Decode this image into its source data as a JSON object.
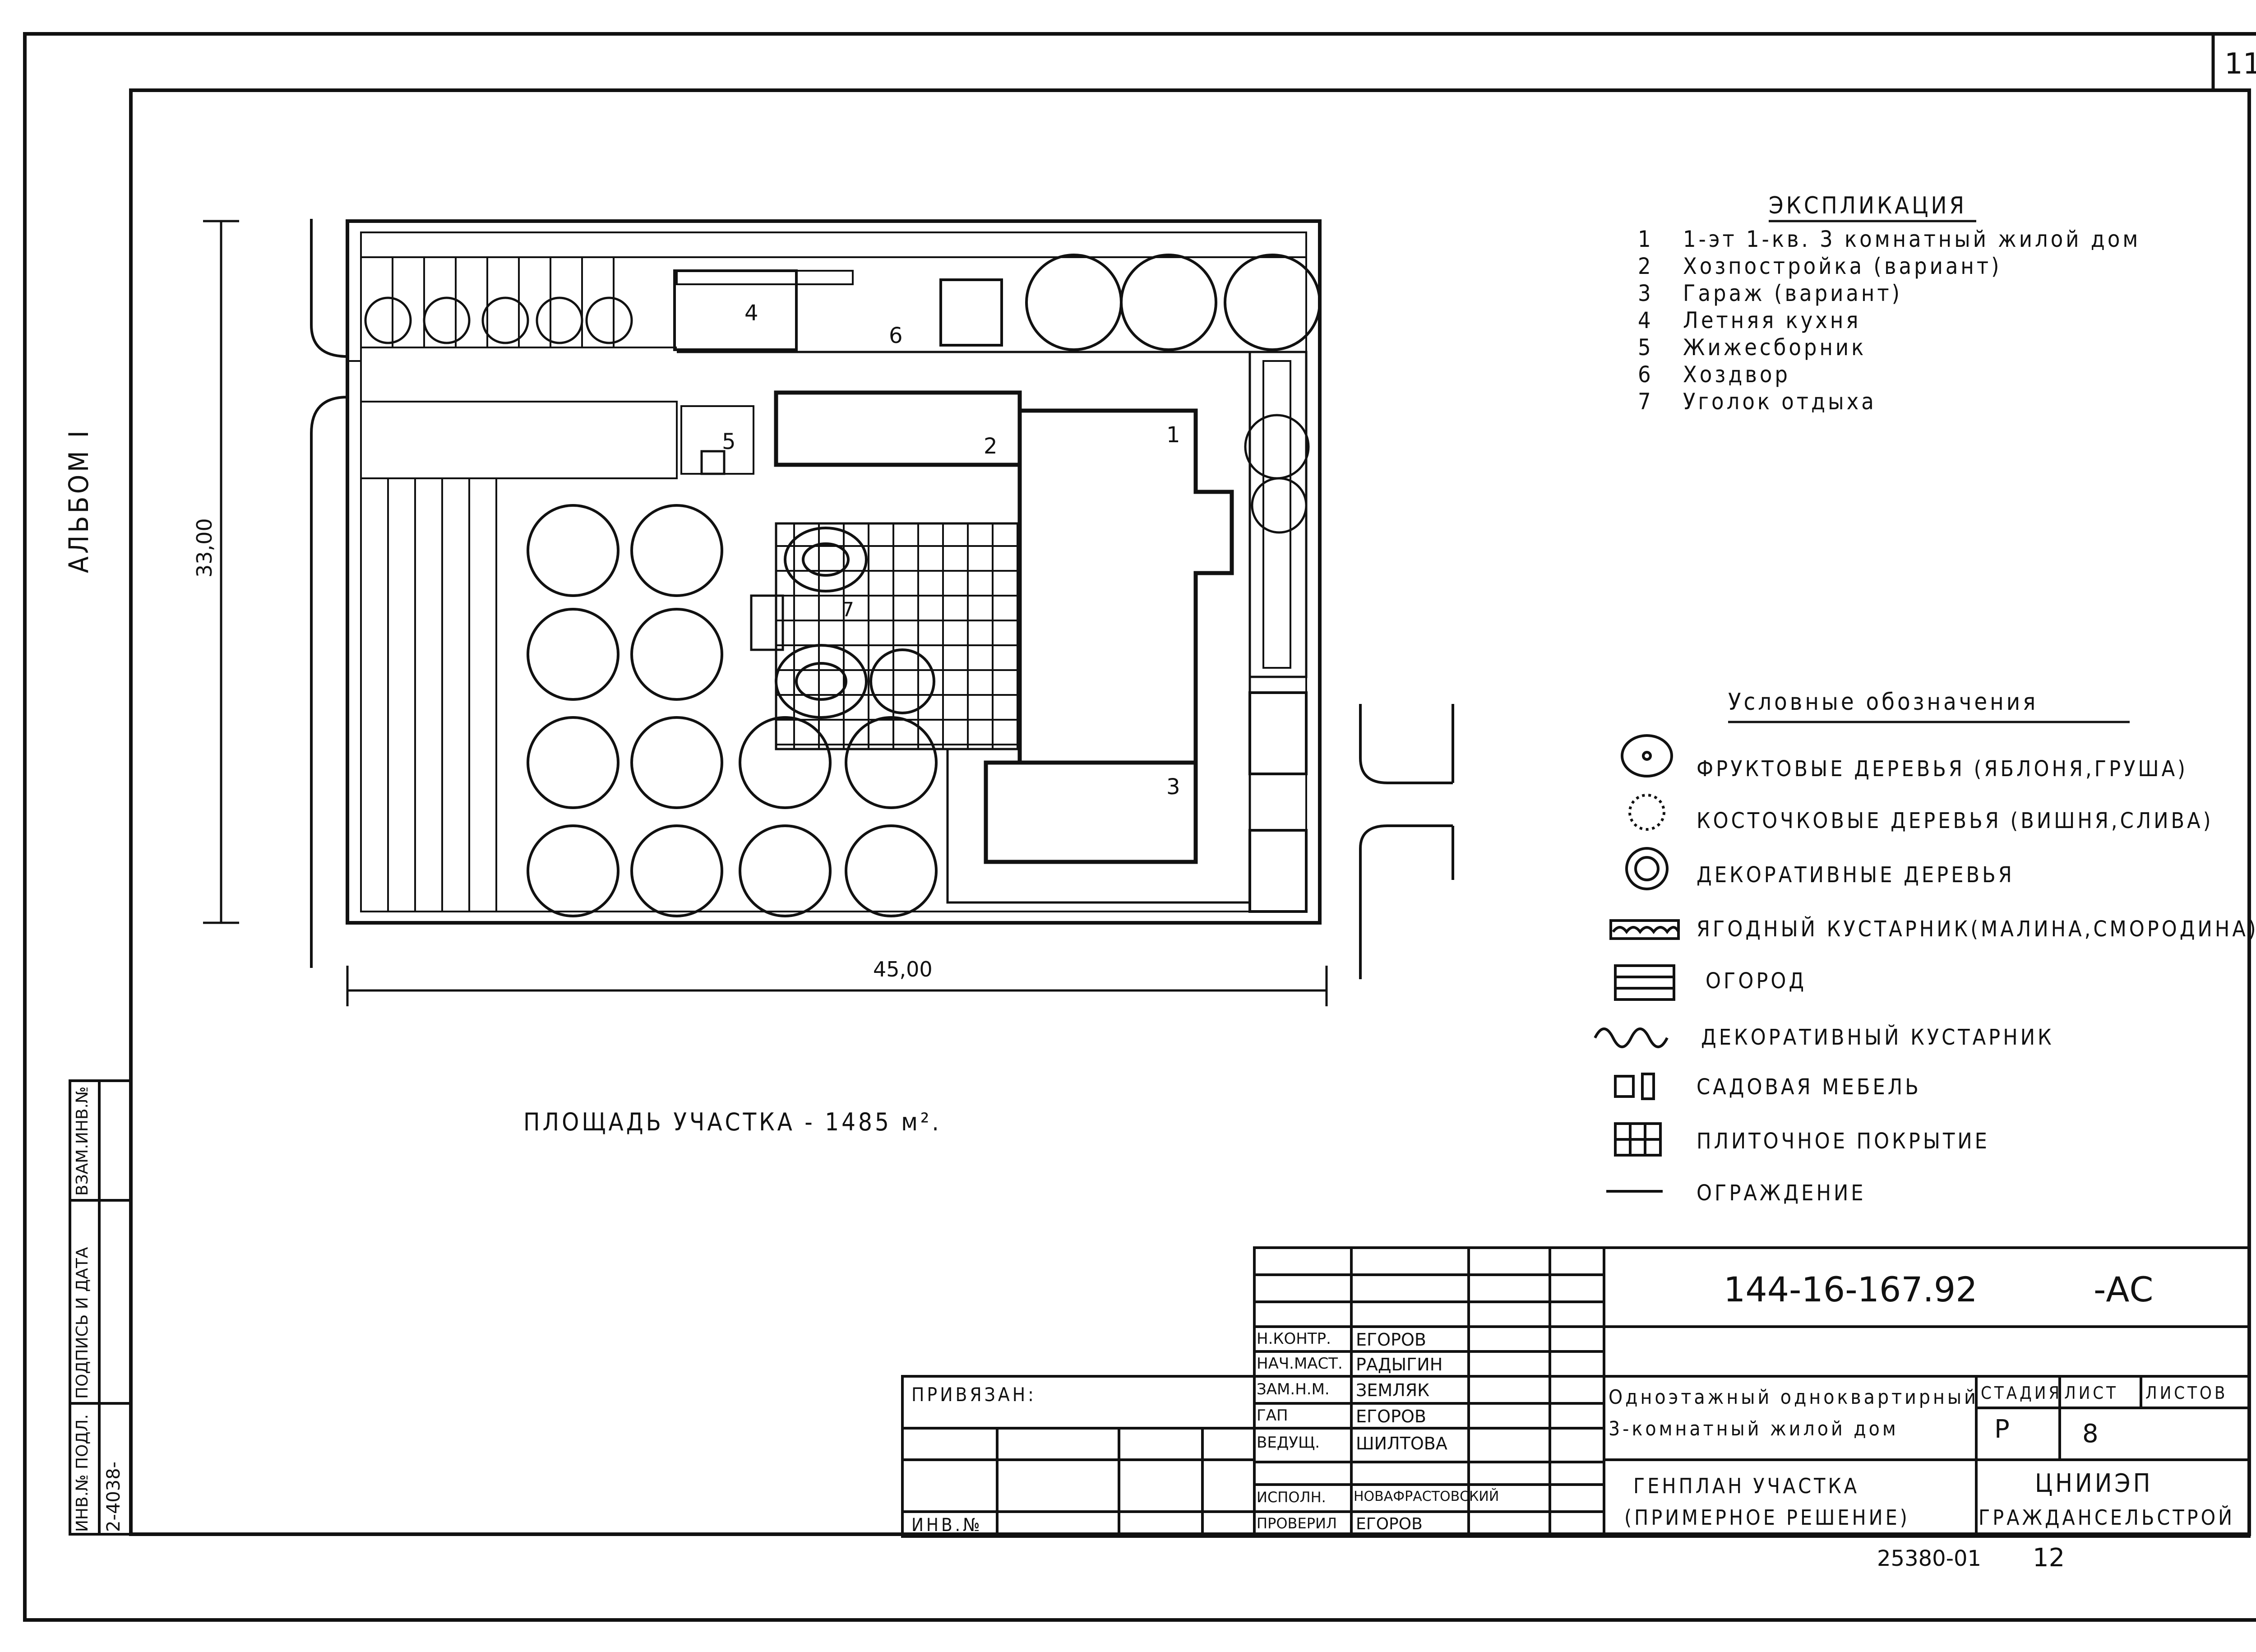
{
  "sheet_number": "11",
  "album_label": "АЛЬБОМ I",
  "dimensions": {
    "height": "33,00",
    "width": "45,00"
  },
  "plan_labels": [
    "1",
    "2",
    "3",
    "4",
    "5",
    "6",
    "7"
  ],
  "area_text": "ПЛОЩАДЬ УЧАСТКА - 1485 м².",
  "explication": {
    "title": "ЭКСПЛИКАЦИЯ",
    "items": [
      {
        "num": "1",
        "text": "1-эт 1-кв. 3 комнатный жилой дом"
      },
      {
        "num": "2",
        "text": "Хозпостройка (вариант)"
      },
      {
        "num": "3",
        "text": "Гараж (вариант)"
      },
      {
        "num": "4",
        "text": "Летняя кухня"
      },
      {
        "num": "5",
        "text": "Жижесборник"
      },
      {
        "num": "6",
        "text": "Хоздвор"
      },
      {
        "num": "7",
        "text": "Уголок отдыха"
      }
    ]
  },
  "legend": {
    "title": "Условные обозначения",
    "items": [
      {
        "icon": "fruit-tree-icon",
        "text": "ФРУКТОВЫЕ ДЕРЕВЬЯ (ЯБЛОНЯ,ГРУША)"
      },
      {
        "icon": "stone-fruit-tree-icon",
        "text": "КОСТОЧКОВЫЕ ДЕРЕВЬЯ (ВИШНЯ,СЛИВА)"
      },
      {
        "icon": "decorative-tree-icon",
        "text": "ДЕКОРАТИВНЫЕ ДЕРЕВЬЯ"
      },
      {
        "icon": "berry-shrub-icon",
        "text": "ЯГОДНЫЙ КУСТАРНИК(МАЛИНА,СМОРОДИНА)"
      },
      {
        "icon": "vegetable-garden-icon",
        "text": "ОГОРОД"
      },
      {
        "icon": "decorative-shrub-icon",
        "text": "ДЕКОРАТИВНЫЙ КУСТАРНИК"
      },
      {
        "icon": "garden-furniture-icon",
        "text": "САДОВАЯ МЕБЕЛЬ"
      },
      {
        "icon": "tile-paving-icon",
        "text": "ПЛИТОЧНОЕ ПОКРЫТИЕ"
      },
      {
        "icon": "fence-icon",
        "text": "ОГРАЖДЕНИЕ"
      }
    ]
  },
  "stamp": {
    "code": "144-16-167.92",
    "suffix": "-АС",
    "bound_label": "ПРИВЯЗАН:",
    "inv_label": "ИНВ.№",
    "object_title_1": "Одноэтажный одноквартирный",
    "object_title_2": "3-комнатный жилой дом",
    "sheet_title_1": "ГЕНПЛАН УЧАСТКА",
    "sheet_title_2": "(ПРИМЕРНОЕ РЕШЕНИЕ)",
    "stage_label": "СТАДИЯ",
    "sheet_label": "ЛИСТ",
    "sheets_label": "ЛИСТОВ",
    "stage_value": "Р",
    "sheet_value": "8",
    "org_1": "ЦНИИЭП",
    "org_2": "ГРАЖДАНСЕЛЬСТРОЙ",
    "people": [
      {
        "role": "Н.КОНТР.",
        "name": "ЕГОРОВ"
      },
      {
        "role": "НАЧ.МАСТ.",
        "name": "РАДЫГИН"
      },
      {
        "role": "ЗАМ.Н.М.",
        "name": "ЗЕМЛЯК"
      },
      {
        "role": "ГАП",
        "name": "ЕГОРОВ"
      },
      {
        "role": "ВЕДУЩ.",
        "name": "ШИЛТОВА"
      },
      {
        "role": "ИСПОЛН.",
        "name": "НОВАФРАСТОВСКИЙ"
      },
      {
        "role": "ПРОВЕРИЛ",
        "name": "ЕГОРОВ"
      }
    ],
    "side_labels": [
      "ИНВ.№ ПОДЛ.",
      "ПОДПИСЬ И ДАТА",
      "ВЗАМ.ИНВ.№"
    ],
    "side_value": "2-4038-",
    "footer_code": "25380-01",
    "footer_page": "12"
  }
}
